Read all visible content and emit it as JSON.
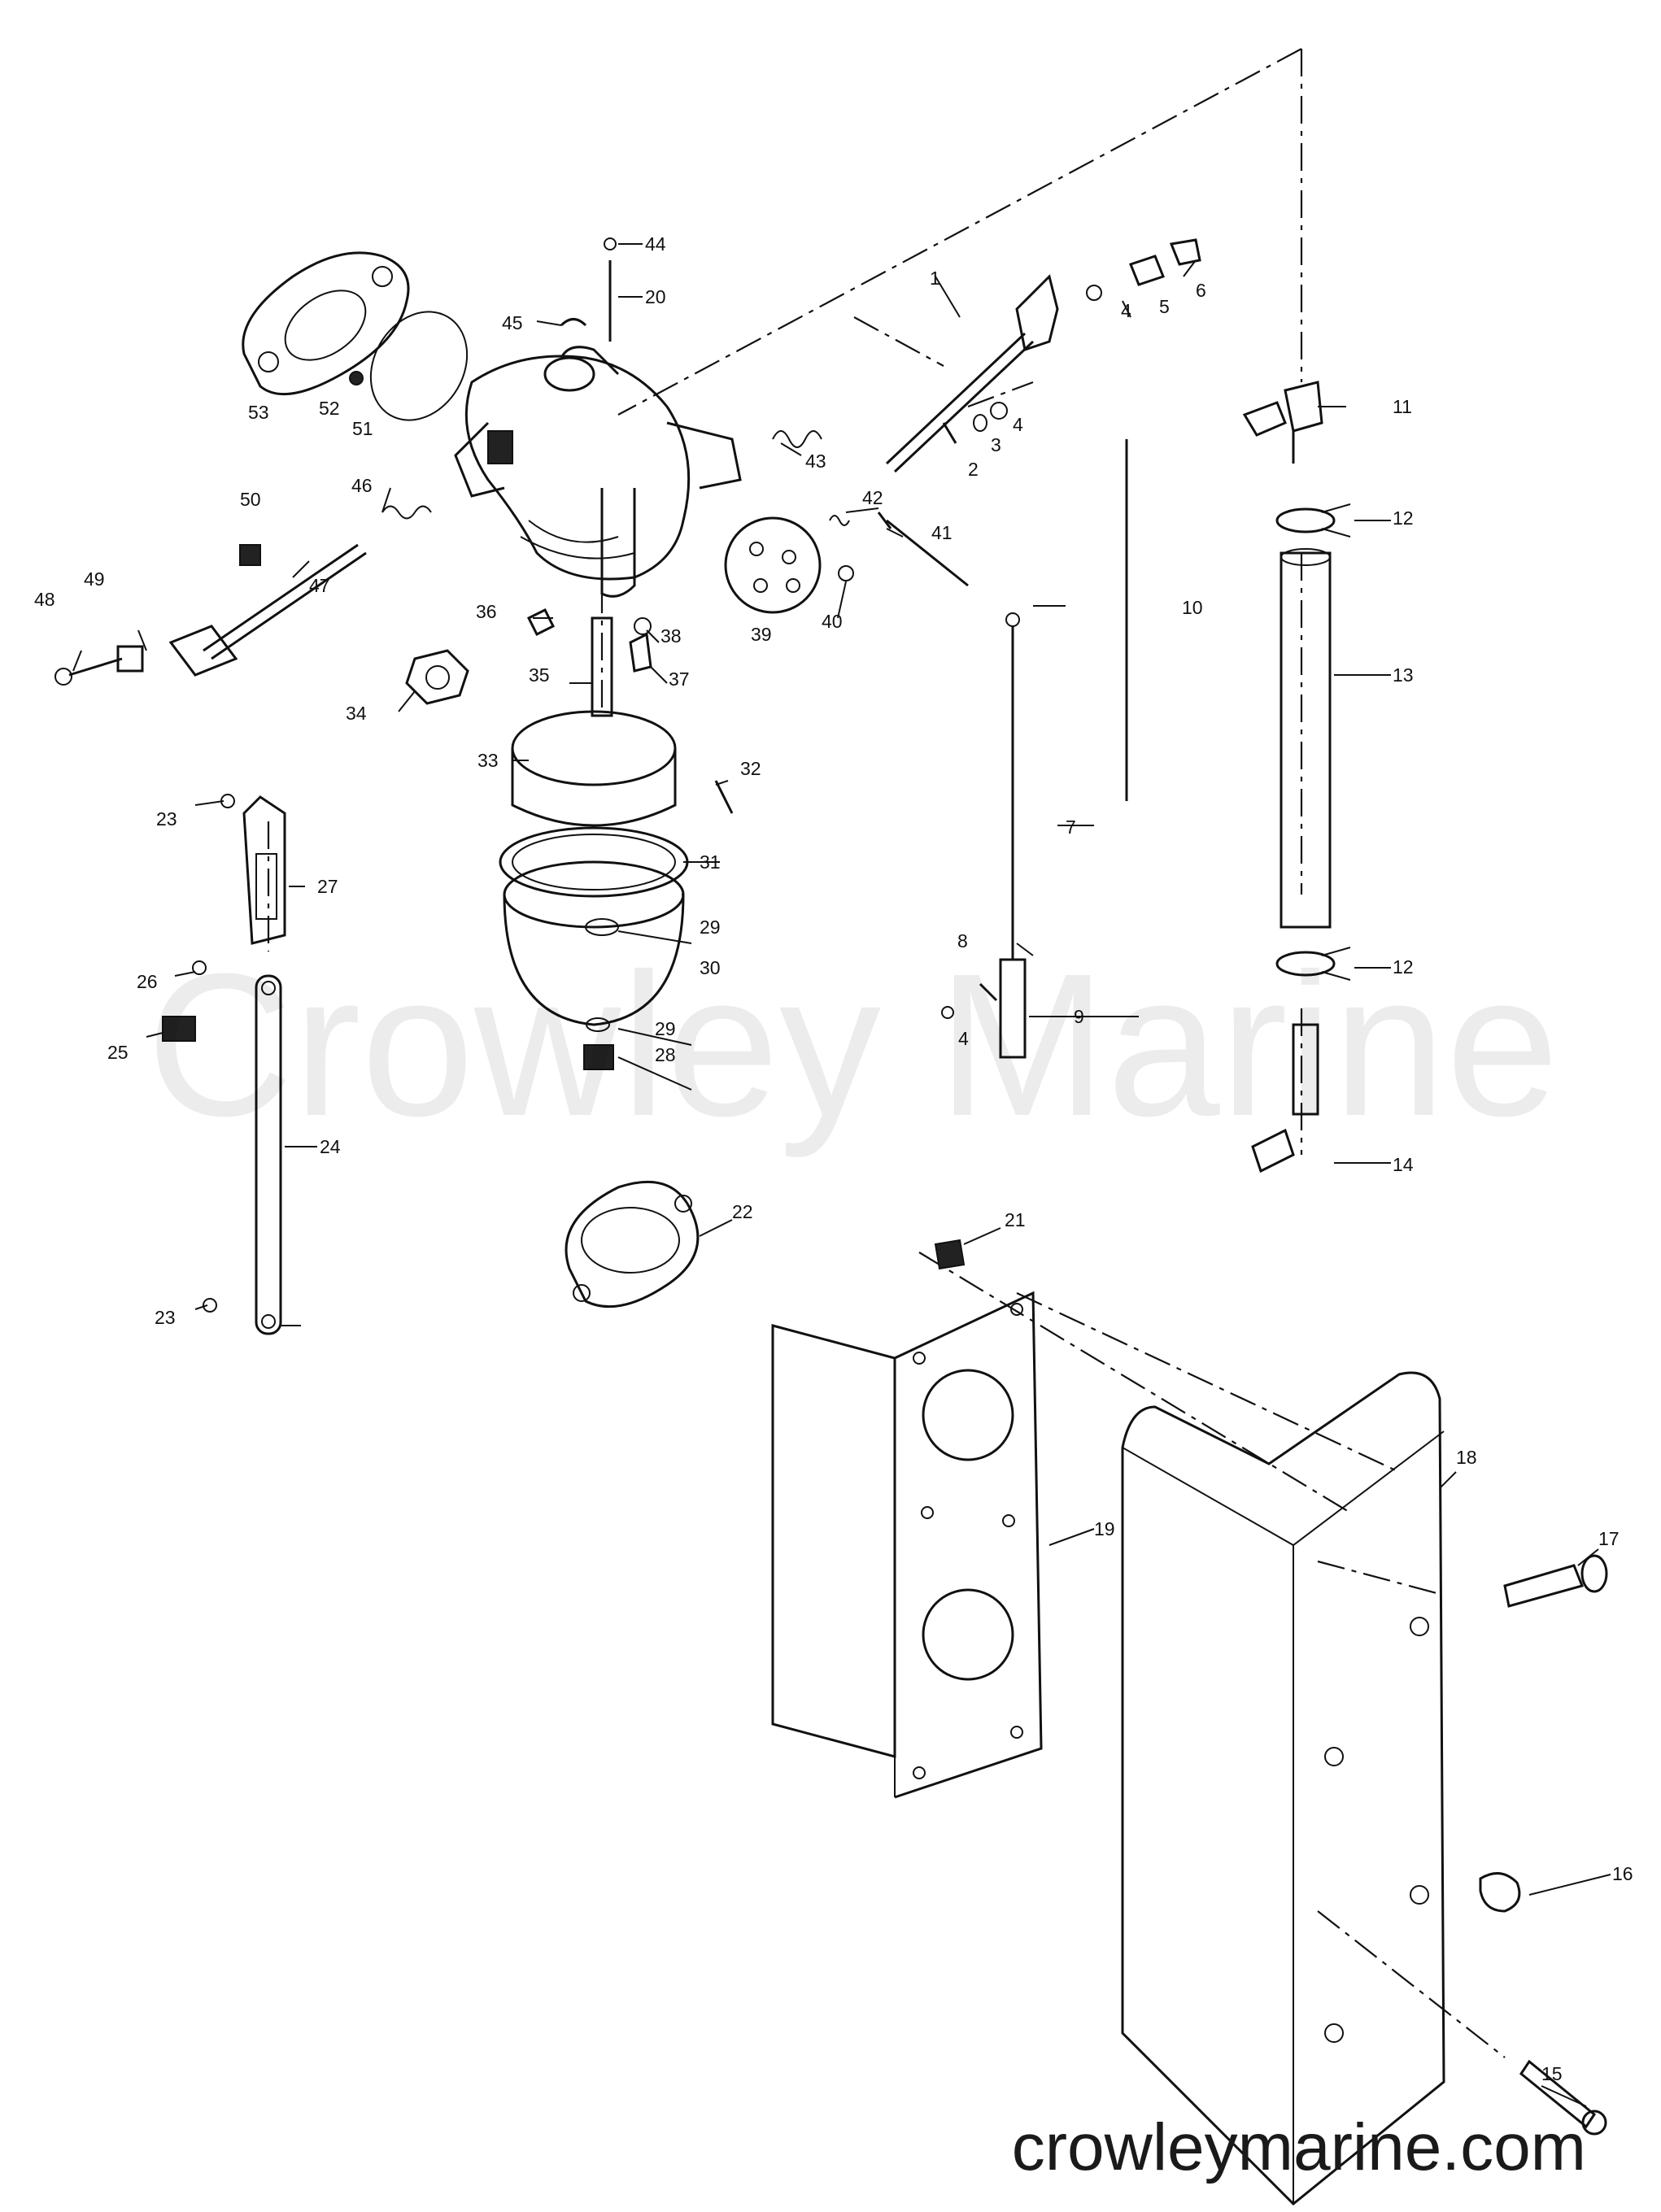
{
  "watermark": "Crowley Marine",
  "footer": "crowleymarine.com",
  "callouts": [
    {
      "n": "1"
    },
    {
      "n": "2"
    },
    {
      "n": "3"
    },
    {
      "n": "4"
    },
    {
      "n": "4"
    },
    {
      "n": "4"
    },
    {
      "n": "5"
    },
    {
      "n": "6"
    },
    {
      "n": "7"
    },
    {
      "n": "8"
    },
    {
      "n": "9"
    },
    {
      "n": "10"
    },
    {
      "n": "11"
    },
    {
      "n": "12"
    },
    {
      "n": "12"
    },
    {
      "n": "13"
    },
    {
      "n": "14"
    },
    {
      "n": "15"
    },
    {
      "n": "16"
    },
    {
      "n": "17"
    },
    {
      "n": "18"
    },
    {
      "n": "19"
    },
    {
      "n": "20"
    },
    {
      "n": "21"
    },
    {
      "n": "22"
    },
    {
      "n": "23"
    },
    {
      "n": "23"
    },
    {
      "n": "24"
    },
    {
      "n": "25"
    },
    {
      "n": "26"
    },
    {
      "n": "27"
    },
    {
      "n": "28"
    },
    {
      "n": "29"
    },
    {
      "n": "29"
    },
    {
      "n": "30"
    },
    {
      "n": "31"
    },
    {
      "n": "32"
    },
    {
      "n": "33"
    },
    {
      "n": "34"
    },
    {
      "n": "35"
    },
    {
      "n": "36"
    },
    {
      "n": "37"
    },
    {
      "n": "38"
    },
    {
      "n": "39"
    },
    {
      "n": "40"
    },
    {
      "n": "41"
    },
    {
      "n": "42"
    },
    {
      "n": "43"
    },
    {
      "n": "44"
    },
    {
      "n": "45"
    },
    {
      "n": "46"
    },
    {
      "n": "47"
    },
    {
      "n": "48"
    },
    {
      "n": "49"
    },
    {
      "n": "50"
    },
    {
      "n": "51"
    },
    {
      "n": "52"
    },
    {
      "n": "53"
    }
  ]
}
